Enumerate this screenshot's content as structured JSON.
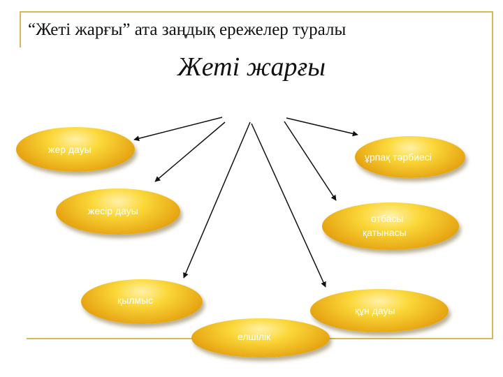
{
  "slide": {
    "title": "“Жеті жарғы” ата заңдық ережелер туралы",
    "center_title": "Жеті жарғы"
  },
  "nodes": {
    "zher_dauy": "жер дауы",
    "urpaq_tarbiesi": "ұрпақ тәрбиесі",
    "zhesir_dauy": "жесір дауы",
    "otbasy_line1": "отбасы",
    "otbasy_line2": "қатынасы",
    "qylmys": "қылмыс",
    "qun_dauy": "құн дауы",
    "elshilik": "елшілік"
  },
  "colors": {
    "frame": "#d4b85a",
    "node_fill": "#f2c12a",
    "arrow": "#111111"
  }
}
